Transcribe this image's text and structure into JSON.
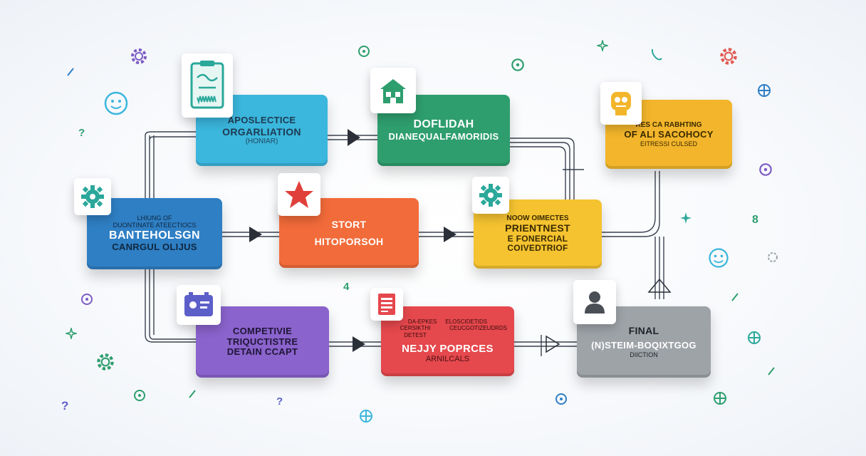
{
  "nodes": {
    "organization": {
      "line1": "APOSLECTICE",
      "line2": "ORGARLIATION",
      "line3": "(HONIAR)",
      "color": "#3bb6dc"
    },
    "dollar": {
      "line1": "DOFLIDAH",
      "line2": "DIANEQUALFAMORIDIS",
      "color": "#2e9e6e"
    },
    "research": {
      "line1": "RES CA RABHTING",
      "line2": "OF ALI SACOHOCY",
      "line3": "EITRESSI CULSED",
      "color": "#f2b52b"
    },
    "banteholsgn": {
      "line0": "LHIUNG OF",
      "line1": "DUONTINATE ATEECTIOCS",
      "line2": "BANTEHOLSGN",
      "line3": "CANRGUL OLIJUS",
      "color": "#2f7fc4"
    },
    "start": {
      "line1": "STORT",
      "line2": "HITOPORSOH",
      "color": "#f26b3a"
    },
    "prientnest": {
      "line1": "NOOW OIMECTES",
      "line2": "PRIENTNEST",
      "line3": "E FONERCIAL COIVEDTRIOF",
      "color": "#f5c330"
    },
    "competive": {
      "line1": "COMPETIVIE",
      "line2": "TRIQUCTISTRE",
      "line3": "DETAIN CCAPT",
      "color": "#8a63cc"
    },
    "neny": {
      "line0a": "DA-EPKES",
      "line0b": "ELOSCIDETIDS",
      "line0c": "CERSIKTHI DETEST",
      "line0d": "CEUCGOTIZEUDRDS",
      "line1": "NEJJY POPRCES",
      "line2": "ARNILCALS",
      "color": "#e5484d"
    },
    "final": {
      "line1": "FINAL",
      "line2": "(N)STEIM-BOQIXTGOG",
      "line3": "DIICTION",
      "color": "#9ea3a8"
    }
  },
  "icons": {
    "organization": "clipboard-icon",
    "dollar": "house-icon",
    "research": "robot-icon",
    "banteholsgn": "gear-icon",
    "start": "star-icon",
    "prientnest": "gear-icon",
    "competive": "id-card-icon",
    "neny": "document-icon",
    "final": "person-icon"
  },
  "decorations": {
    "digit_4": "4",
    "digit_8": "8",
    "question_1": "?",
    "question_2": "?",
    "question_3": "?"
  }
}
